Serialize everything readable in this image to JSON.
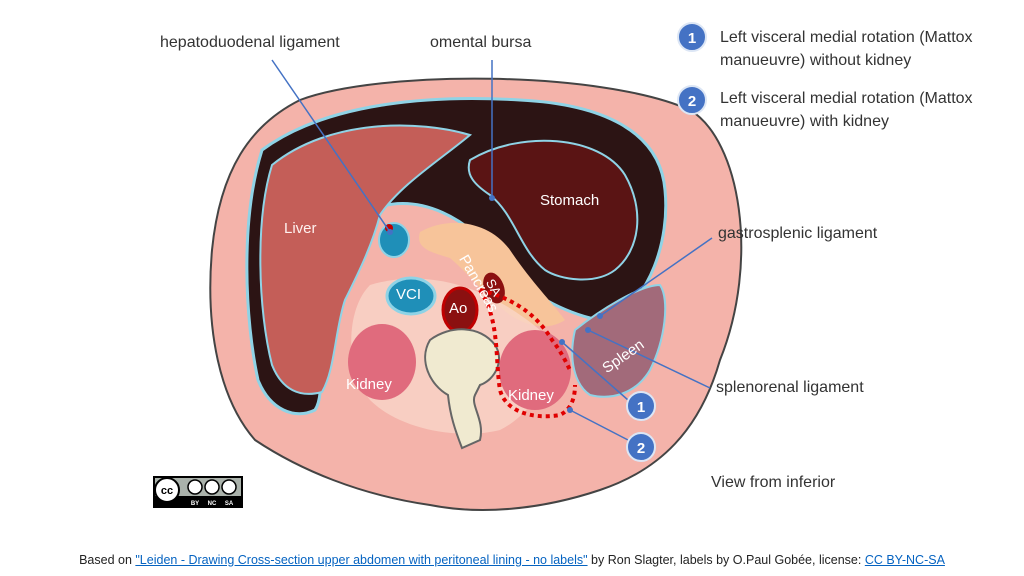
{
  "labels": {
    "hepatoduodenal": "hepatoduodenal ligament",
    "omental": "omental bursa",
    "gastrosplenic": "gastrosplenic ligament",
    "splenorenal": "splenorenal ligament",
    "view": "View from inferior",
    "liver": "Liver",
    "stomach": "Stomach",
    "pancreas": "Pancreas",
    "sa": "SA",
    "vci": "VCI",
    "ao": "Ao",
    "kidney_left": "Kidney",
    "kidney_right": "Kidney",
    "spleen": "Spleen"
  },
  "legend": [
    {
      "num": "1",
      "text": "Left visceral medial rotation (Mattox manueuvre) without kidney"
    },
    {
      "num": "2",
      "text": "Left visceral medial rotation (Mattox manueuvre) with kidney"
    }
  ],
  "markers": {
    "m1": "1",
    "m2": "2"
  },
  "license_badge": {
    "by": "BY",
    "nc": "NC",
    "sa": "SA"
  },
  "footer": {
    "prefix": "Based on ",
    "link1": "\"Leiden - Drawing Cross-section upper abdomen with peritoneal lining - no labels\"",
    "middle": " by Ron Slagter, labels by O.Paul Gobée, license: ",
    "link2": "CC BY-NC-SA"
  },
  "colors": {
    "body": "#f4b3aa",
    "peritoneum": "#2c1414",
    "lining": "#8fd3e6",
    "liver": "#c45e58",
    "stomach": "#5a1414",
    "pancreas": "#f7c49a",
    "marker": "#4472c4",
    "rotation": "#e00000"
  }
}
